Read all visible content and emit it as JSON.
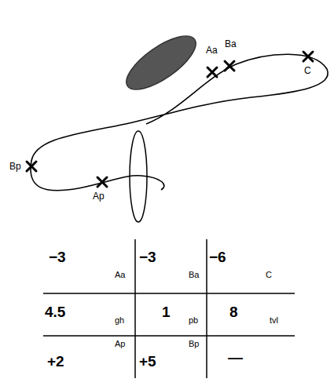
{
  "diagram": {
    "labels": [
      "Aa",
      "Ba",
      "C",
      "Bp",
      "Ap",
      "−3",
      "Aa",
      "−3",
      "Ba",
      "−6",
      "C",
      "4.5",
      "gh",
      "1",
      "pb",
      "8",
      "tvl",
      "+2",
      "Ap",
      "+5",
      "Bp",
      "—"
    ]
  }
}
